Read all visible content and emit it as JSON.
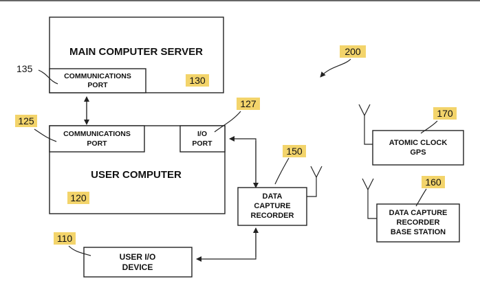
{
  "colors": {
    "line": "#222222",
    "highlight": "#f3d46b",
    "background": "#ffffff"
  },
  "refs": {
    "r200": "200",
    "r135": "135",
    "r130": "130",
    "r127": "127",
    "r125": "125",
    "r120": "120",
    "r150": "150",
    "r170": "170",
    "r160": "160",
    "r110": "110"
  },
  "main_server": {
    "title": "MAIN COMPUTER SERVER",
    "port_line1": "COMMUNICATIONS",
    "port_line2": "PORT"
  },
  "user_computer": {
    "title": "USER COMPUTER",
    "port_line1": "COMMUNICATIONS",
    "port_line2": "PORT",
    "io_line1": "I/O",
    "io_line2": "PORT"
  },
  "recorder": {
    "line1": "DATA",
    "line2": "CAPTURE",
    "line3": "RECORDER"
  },
  "atomic_clock": {
    "line1": "ATOMIC CLOCK",
    "line2": "GPS"
  },
  "base_station": {
    "line1": "DATA CAPTURE",
    "line2": "RECORDER",
    "line3": "BASE STATION"
  },
  "user_io_device": {
    "line1": "USER I/O",
    "line2": "DEVICE"
  }
}
